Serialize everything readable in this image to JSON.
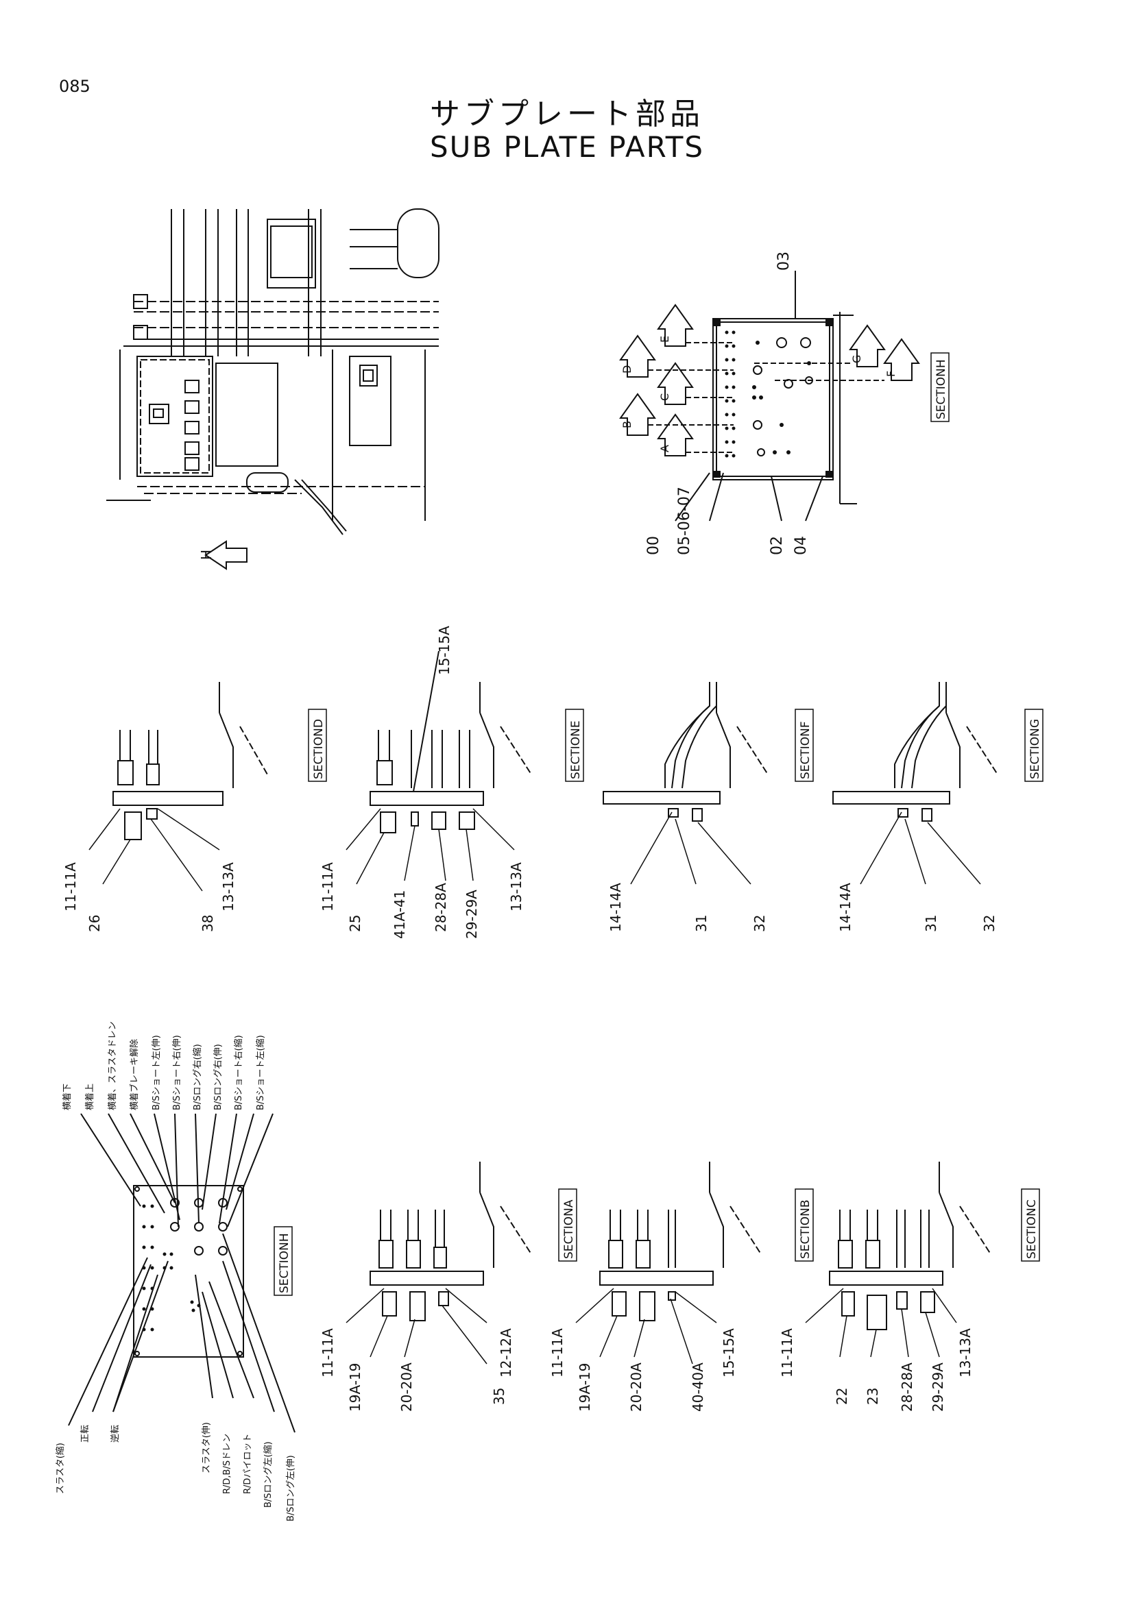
{
  "page_number": "085",
  "title_jp": "サブプレート部品",
  "title_en": "SUB PLATE PARTS",
  "arrow_h_label": "H",
  "sections": {
    "H": "SECTIONH",
    "D": "SECTIOND",
    "E": "SECTIONE",
    "F": "SECTIONF",
    "G": "SECTIONG",
    "A": "SECTIONA",
    "B": "SECTIONB",
    "C": "SECTIONC"
  },
  "view_arrows": [
    "A",
    "B",
    "C",
    "D",
    "E",
    "F",
    "G"
  ],
  "top_callouts": [
    "03",
    "00",
    "05-06-07",
    "02",
    "04"
  ],
  "section_callouts": {
    "D": [
      "11-11A",
      "26",
      "38",
      "13-13A"
    ],
    "E": [
      "15-15A",
      "11-11A",
      "25",
      "41A-41",
      "28-28A",
      "29-29A",
      "13-13A"
    ],
    "F": [
      "14-14A",
      "31",
      "32"
    ],
    "G": [
      "14-14A",
      "31",
      "32"
    ],
    "A": [
      "11-11A",
      "19A-19",
      "20-20A",
      "35",
      "12-12A"
    ],
    "B": [
      "11-11A",
      "19A-19",
      "20-20A",
      "40-40A",
      "15-15A"
    ],
    "C": [
      "11-11A",
      "22",
      "23",
      "28-28A",
      "29-29A",
      "13-13A"
    ]
  },
  "port_labels_top": [
    "横着下",
    "横着上",
    "横着、スラスタドレン",
    "横着ブレーキ解除",
    "B/Sショート左(伸)",
    "B/Sショート右(伸)",
    "B/Sロング右(縮)",
    "B/Sロング右(伸)",
    "B/Sショート右(縮)",
    "B/Sショート左(縮)"
  ],
  "port_labels_bottom": [
    "スラスタ(縮)",
    "正転",
    "逆転",
    "スラスタ(伸)",
    "R/D,B/Sドレン",
    "R/Dパイロット",
    "B/Sロング左(縮)",
    "B/Sロング左(伸)"
  ]
}
